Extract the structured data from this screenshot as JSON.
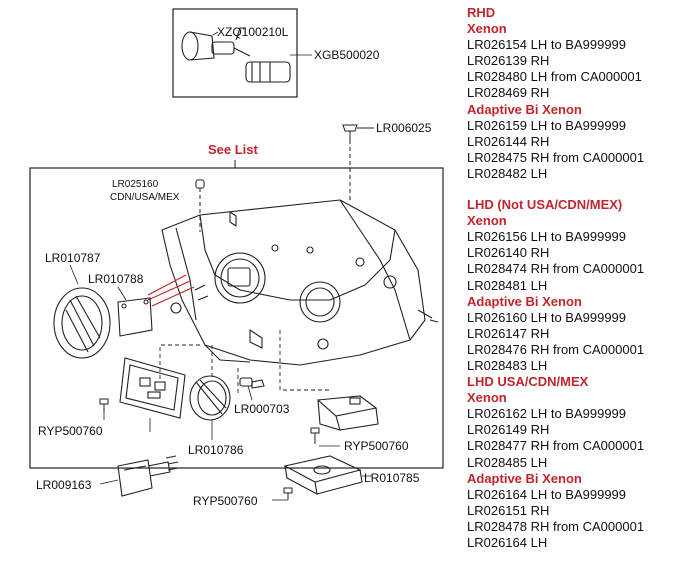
{
  "diagram": {
    "see_list": "See List",
    "callouts": {
      "bulb": "XZQ100210L",
      "bulb_holder": "XGB500020",
      "screw_top": "LR006025",
      "bolt": "LR025160",
      "bolt_region": "CDN/USA/MEX",
      "ring_left": "LR010787",
      "cover_left": "LR010788",
      "screw_left": "RYP500760",
      "ballast_cap": "LR010786",
      "bulb_small": "LR000703",
      "screw_right": "RYP500760",
      "module": "LR010785",
      "igniter": "LR009163",
      "screw_bottom": "RYP500760"
    }
  },
  "list": {
    "groups": [
      {
        "heading": "RHD",
        "sections": [
          {
            "title": "Xenon",
            "rows": [
              "LR026154 LH to BA999999",
              "LR026139 RH",
              "LR028480 LH from CA000001",
              "LR028469 RH"
            ]
          },
          {
            "title": "Adaptive Bi Xenon",
            "rows": [
              "LR026159 LH to BA999999",
              "LR026144 RH",
              "LR028475 RH from CA000001",
              "LR028482 LH"
            ]
          }
        ]
      },
      {
        "heading": "LHD (Not USA/CDN/MEX)",
        "sections": [
          {
            "title": "Xenon",
            "rows": [
              "LR026156 LH to BA999999",
              "LR026140 RH",
              "LR028474 RH from CA000001",
              "LR028481 LH"
            ]
          },
          {
            "title": "Adaptive Bi Xenon",
            "rows": [
              "LR026160 LH to BA999999",
              "LR026147 RH",
              "LR028476 RH from CA000001",
              "LR028483 LH"
            ]
          }
        ]
      },
      {
        "heading": "LHD USA/CDN/MEX",
        "sections": [
          {
            "title": "Xenon",
            "rows": [
              "LR026162 LH to BA999999",
              "LR026149 RH",
              "LR028477 RH from CA000001",
              "LR028485 LH"
            ]
          },
          {
            "title": "Adaptive Bi Xenon",
            "rows": [
              "LR026164 LH to BA999999",
              "LR026151 RH",
              "LR028478 RH from CA000001",
              "LR026164 LH"
            ]
          }
        ]
      }
    ]
  }
}
